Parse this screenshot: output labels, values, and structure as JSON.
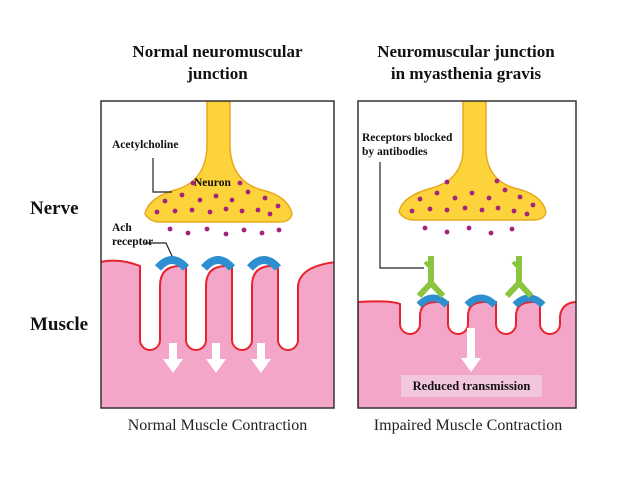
{
  "left_panel": {
    "title_line1": "Normal neuromuscular",
    "title_line2": "junction",
    "labels": {
      "acetylcholine": "Acetylcholine",
      "neuron": "Neuron",
      "ach_line1": "Ach",
      "ach_line2": "receptor"
    },
    "caption": "Normal Muscle Contraction"
  },
  "right_panel": {
    "title_line1": "Neuromuscular junction",
    "title_line2": "in myasthenia gravis",
    "labels": {
      "blocked_line1": "Receptors blocked",
      "blocked_line2": "by antibodies"
    },
    "reduced_label": "Reduced transmission",
    "caption": "Impaired Muscle Contraction"
  },
  "side_labels": {
    "nerve": "Nerve",
    "muscle": "Muscle"
  },
  "colors": {
    "neuron": "#fcd33a",
    "neuron_edge": "#e8a81c",
    "acetylcholine": "#a3237f",
    "muscle": "#f3a6c8",
    "muscle_edge": "#e8232d",
    "receptor": "#2e8fd0",
    "antibody": "#8bc43f"
  }
}
